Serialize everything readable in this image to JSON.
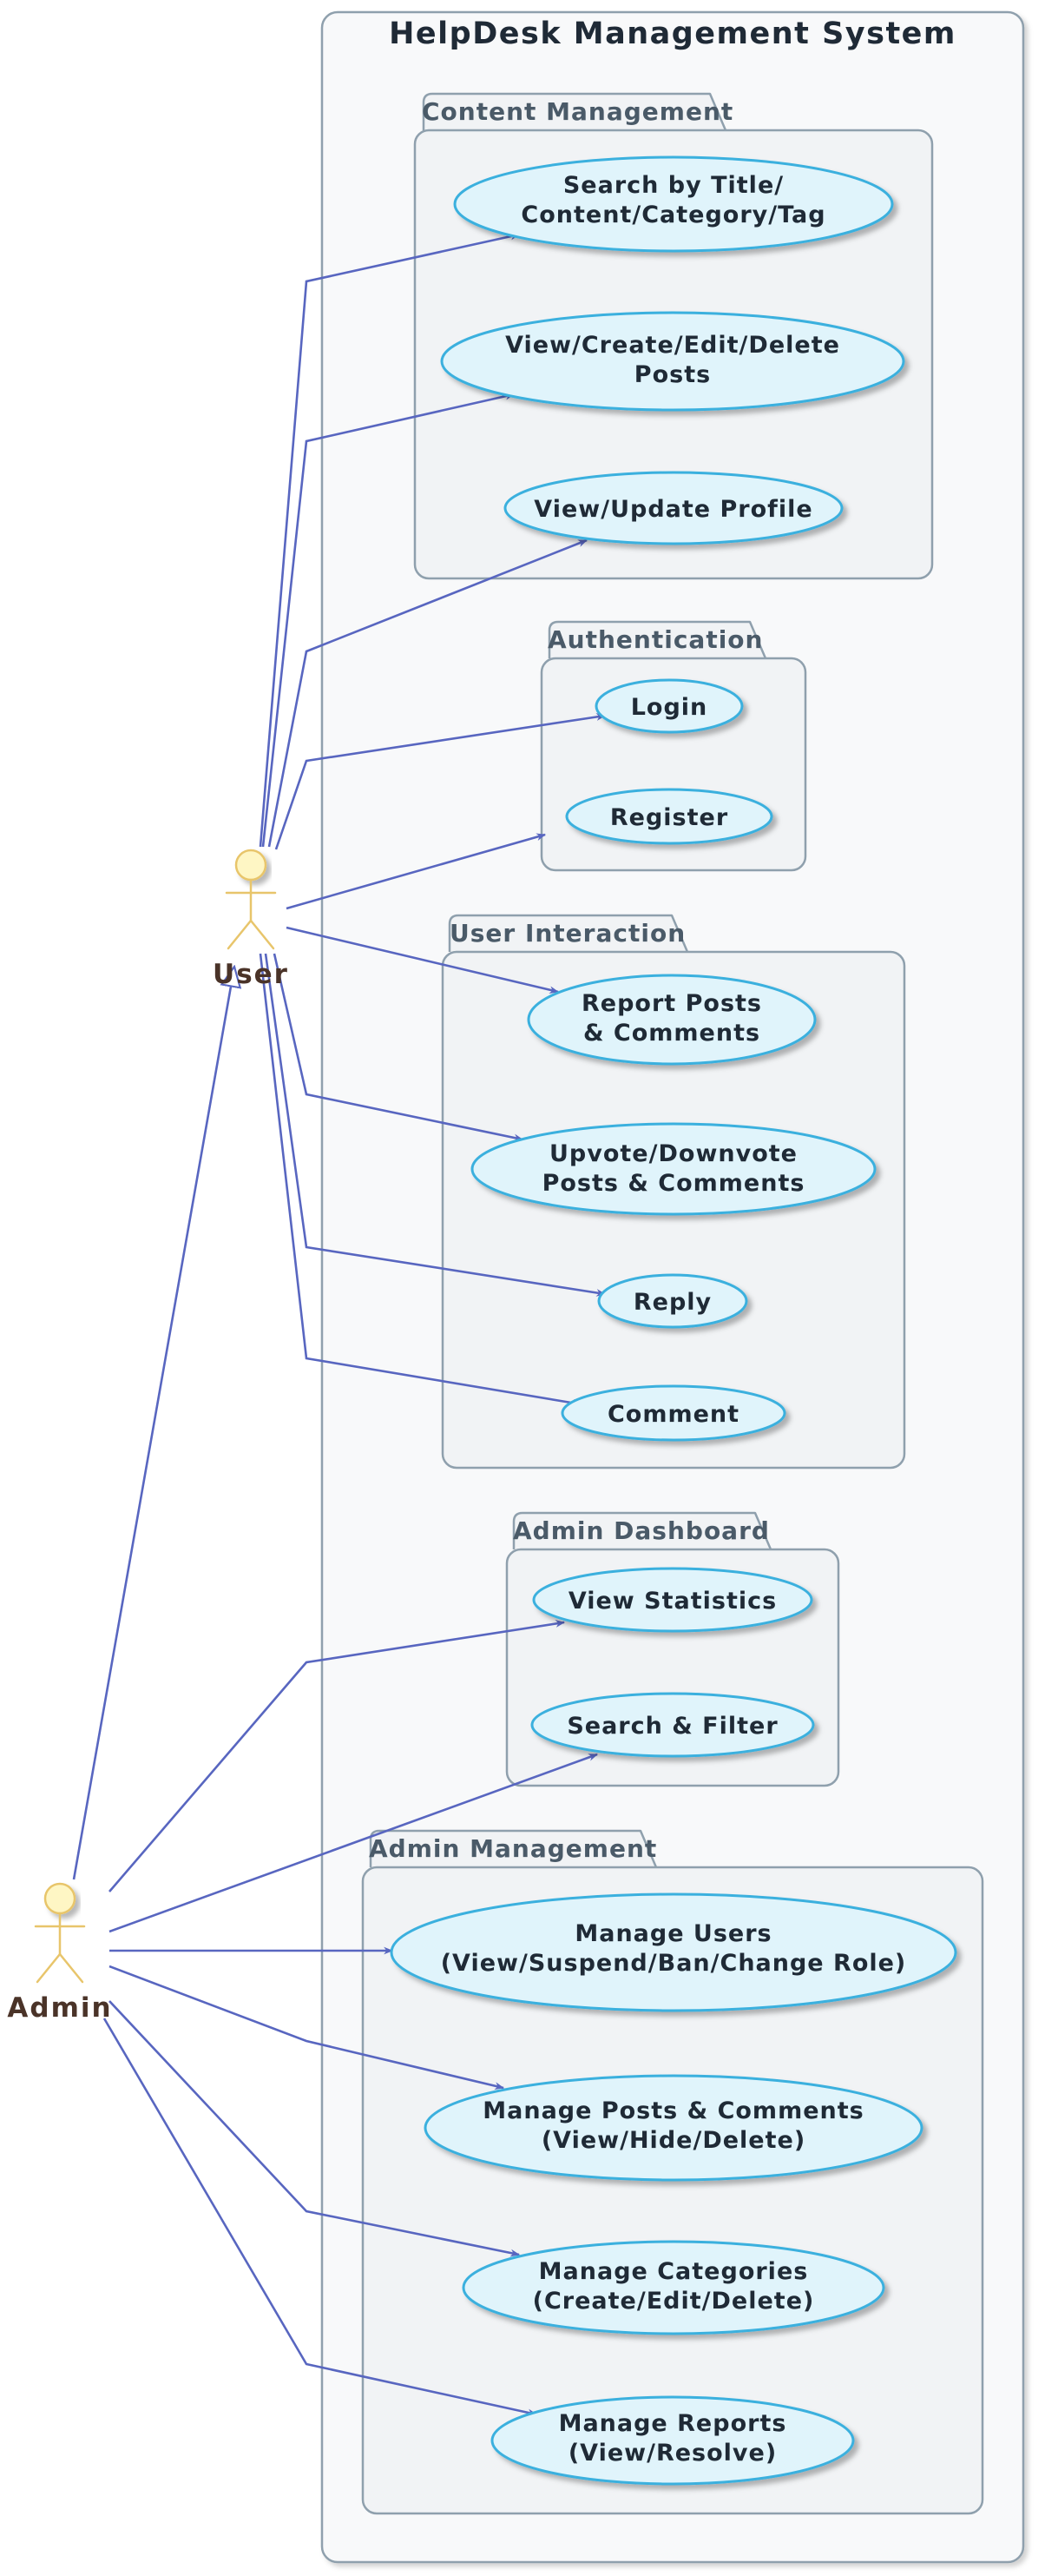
{
  "system": {
    "title": "HelpDesk Management System"
  },
  "actors": {
    "user": {
      "name": "User"
    },
    "admin": {
      "name": "Admin"
    }
  },
  "packages": {
    "content": {
      "title": "Content Management",
      "use_cases": {
        "search": [
          "Search by Title/",
          "Content/Category/Tag"
        ],
        "posts": [
          "View/Create/Edit/Delete",
          "Posts"
        ],
        "profile": [
          "View/Update Profile"
        ]
      }
    },
    "auth": {
      "title": "Authentication",
      "use_cases": {
        "login": [
          "Login"
        ],
        "register": [
          "Register"
        ]
      }
    },
    "interaction": {
      "title": "User Interaction",
      "use_cases": {
        "report": [
          "Report Posts",
          "& Comments"
        ],
        "vote": [
          "Upvote/Downvote",
          "Posts & Comments"
        ],
        "reply": [
          "Reply"
        ],
        "comment": [
          "Comment"
        ]
      }
    },
    "dashboard": {
      "title": "Admin Dashboard",
      "use_cases": {
        "stats": [
          "View Statistics"
        ],
        "filter": [
          "Search & Filter"
        ]
      }
    },
    "management": {
      "title": "Admin Management",
      "use_cases": {
        "users": [
          "Manage Users",
          "(View/Suspend/Ban/Change Role)"
        ],
        "posts": [
          "Manage Posts & Comments",
          "(View/Hide/Delete)"
        ],
        "categories": [
          "Manage Categories",
          "(Create/Edit/Delete)"
        ],
        "reports": [
          "Manage Reports",
          "(View/Resolve)"
        ]
      }
    }
  },
  "colors": {
    "use_case_fill": "#e0f4fb",
    "use_case_border": "#3ab0de",
    "actor_fill": "#fef6c4",
    "actor_stroke": "#e8c56b",
    "edge": "#5866c0",
    "package_fill": "#f1f3f5",
    "system_fill": "#f8f9fa"
  }
}
